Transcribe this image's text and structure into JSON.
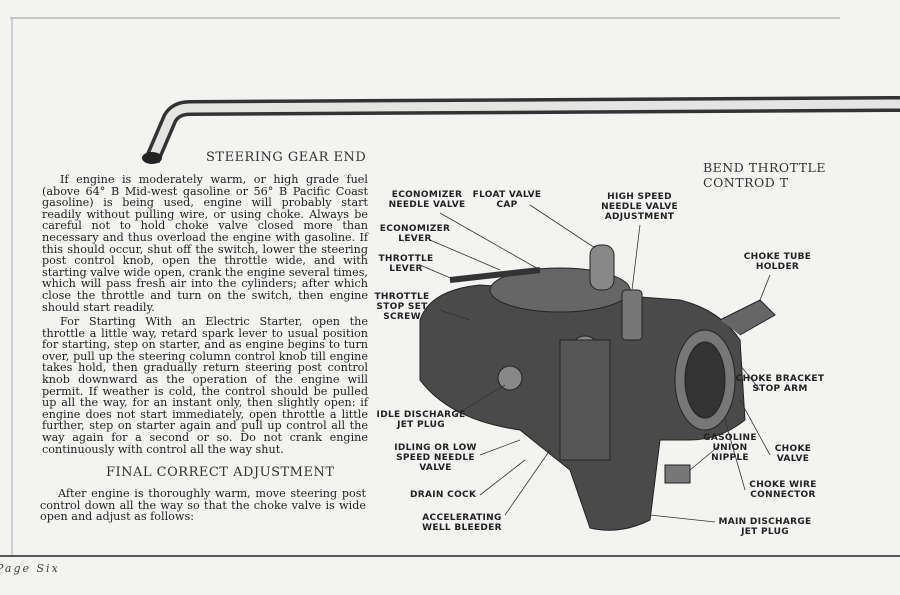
{
  "top_caption": "BEND THROTTLE CONTROD T",
  "section1": {
    "title": "STEERING GEAR END",
    "para1": "If engine is moderately warm, or high grade fuel (above 64° B Mid-west gasoline or 56° B Pacific Coast gasoline) is being used, engine will probably start readily without pulling wire, or using choke. Always be careful not to hold choke valve closed more than necessary and thus overload the engine with gasoline. If this should occur, shut off the switch, lower the steering post control knob, open the throttle wide, and with starting valve wide open, crank the engine several times, which will pass fresh air into the cylinders; after which close the throttle and turn on the switch, then engine should start readily.",
    "para2": "For Starting With an Electric Starter, open the throttle a little way, retard spark lever to usual position for starting, step on starter, and as engine begins to turn over, pull up the steering column control knob till engine takes hold, then gradually return steering post control knob downward as the operation of the engine will permit. If weather is cold, the control should be pulled up all the way, for an instant only, then slightly open: if engine does not start immediately, open throttle a little further, step on starter again and pull up control all the way again for a second or so. Do not crank engine continuously with control all the way shut."
  },
  "section2": {
    "title": "FINAL CORRECT ADJUSTMENT",
    "para1": "After engine is thoroughly warm, move steering post control down all the way so that the choke valve is wide open and adjust as follows:"
  },
  "diagram_labels": {
    "economizer_needle_valve": "ECONOMIZER NEEDLE VALVE",
    "float_valve_cap": "FLOAT VALVE CAP",
    "high_speed_needle_valve": "HIGH SPEED NEEDLE VALVE ADJUSTMENT",
    "economizer_lever": "ECONOMIZER LEVER",
    "throttle_lever": "THROTTLE LEVER",
    "choke_tube_holder": "CHOKE TUBE HOLDER",
    "throttle_stop_set_screw": "THROTTLE STOP SET SCREW",
    "choke_bracket_stop_arm": "CHOKE BRACKET STOP ARM",
    "idle_discharge_jet_plug": "IDLE DISCHARGE JET PLUG",
    "gasoline_union_nipple": "GASOLINE UNION NIPPLE",
    "choke_valve": "CHOKE VALVE",
    "idling_needle_valve": "IDLING OR LOW SPEED NEEDLE VALVE",
    "drain_cock": "DRAIN COCK",
    "choke_wire_connector": "CHOKE WIRE CONNECTOR",
    "accelerating_well_bleeder": "ACCELERATING WELL BLEEDER",
    "main_discharge_jet_plug": "MAIN DISCHARGE JET PLUG"
  },
  "footer": "Page Six"
}
